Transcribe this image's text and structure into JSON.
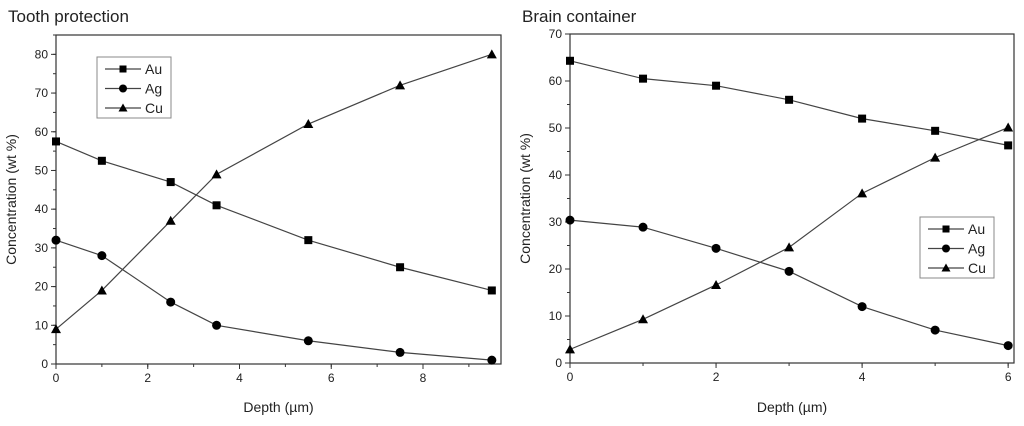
{
  "chart_data": [
    {
      "type": "line",
      "title": "Tooth protection",
      "xlabel": "Depth (µm)",
      "ylabel": "Concentration (wt %)",
      "xlim": [
        0,
        9.7
      ],
      "ylim": [
        0,
        85
      ],
      "xticks": [
        0,
        2,
        4,
        6,
        8
      ],
      "yticks": [
        0,
        10,
        20,
        30,
        40,
        50,
        60,
        70,
        80
      ],
      "x": [
        0,
        1,
        2.5,
        3.5,
        5.5,
        7.5,
        9.5
      ],
      "legend_position": "top-left",
      "series": [
        {
          "name": "Au",
          "marker": "square",
          "values": [
            57.5,
            52.5,
            47,
            41,
            32,
            25,
            19
          ]
        },
        {
          "name": "Ag",
          "marker": "circle",
          "values": [
            32,
            28,
            16,
            10,
            6,
            3,
            1
          ]
        },
        {
          "name": "Cu",
          "marker": "triangle",
          "values": [
            9,
            19,
            37,
            49,
            62,
            72,
            80
          ]
        }
      ]
    },
    {
      "type": "line",
      "title": "Brain container",
      "xlabel": "Depth (µm)",
      "ylabel": "Concentration (wt %)",
      "xlim": [
        0,
        6.08
      ],
      "ylim": [
        0,
        70
      ],
      "xticks": [
        0,
        2,
        4,
        6
      ],
      "yticks": [
        0,
        10,
        20,
        30,
        40,
        50,
        60,
        70
      ],
      "x": [
        0,
        1,
        2,
        3,
        4,
        5,
        6
      ],
      "legend_position": "center-right",
      "series": [
        {
          "name": "Au",
          "marker": "square",
          "values": [
            64.3,
            60.5,
            59,
            56,
            52,
            49.4,
            46.3
          ]
        },
        {
          "name": "Ag",
          "marker": "circle",
          "values": [
            30.4,
            28.9,
            24.4,
            19.5,
            12,
            7,
            3.7
          ]
        },
        {
          "name": "Cu",
          "marker": "triangle",
          "values": [
            2.9,
            9.3,
            16.6,
            24.6,
            36.1,
            43.7,
            50.1
          ]
        }
      ]
    }
  ]
}
